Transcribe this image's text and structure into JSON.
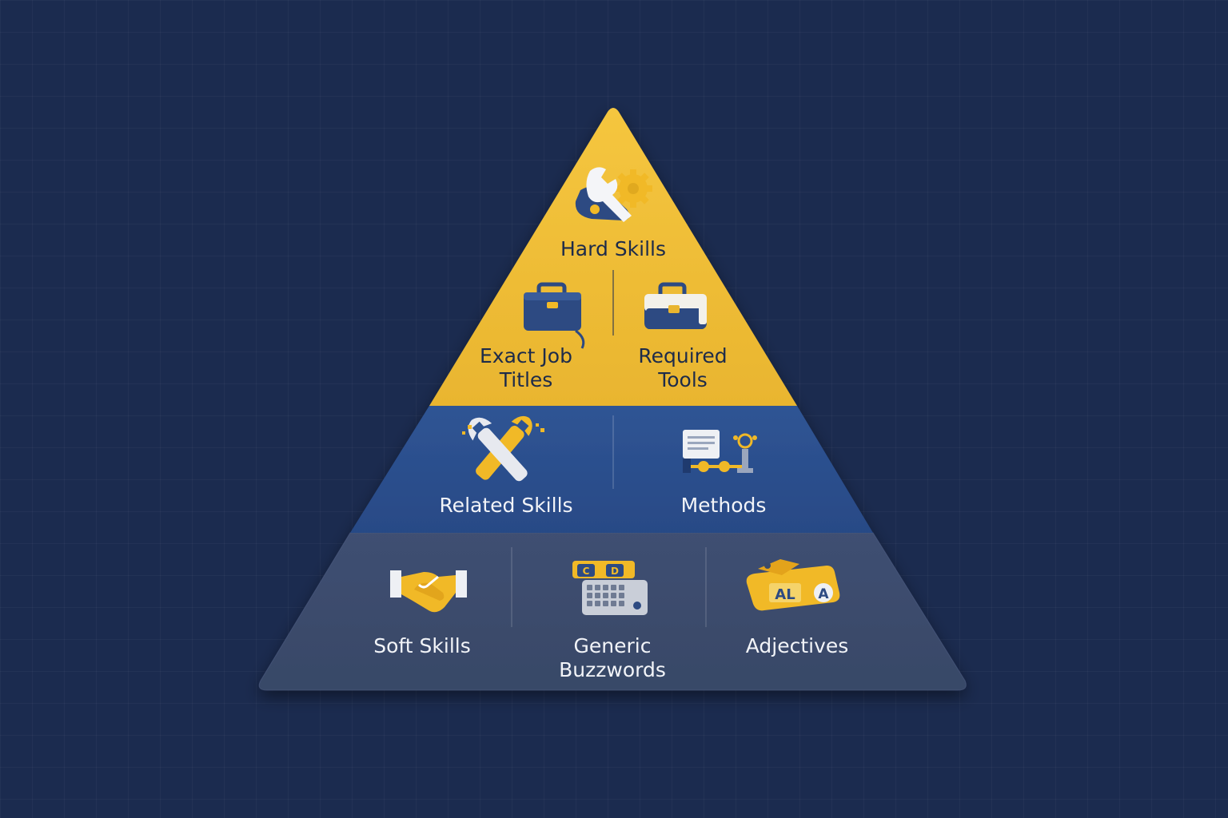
{
  "colors": {
    "background": "#1b2b4f",
    "top_tier": "#f0bd36",
    "middle_tier": "#2c4f8d",
    "bottom_tier": "#3a4a6c",
    "icon_navy": "#2d4a82",
    "icon_gold": "#f1b927",
    "icon_gray": "#c9ced8"
  },
  "pyramid": {
    "top_tier": {
      "title": {
        "label": "Hard Skills",
        "icon": "wrench-gear-icon"
      },
      "items": [
        {
          "label": "Exact Job\nTitles",
          "icon": "briefcase-icon"
        },
        {
          "label": "Required\nTools",
          "icon": "toolbag-icon"
        }
      ]
    },
    "middle_tier": {
      "items": [
        {
          "label": "Related Skills",
          "icon": "crossed-wrenches-icon"
        },
        {
          "label": "Methods",
          "icon": "process-chart-icon"
        }
      ]
    },
    "bottom_tier": {
      "items": [
        {
          "label": "Soft Skills",
          "icon": "handshake-icon"
        },
        {
          "label": "Generic\nBuzzwords",
          "icon": "keyboard-tags-icon"
        },
        {
          "label": "Adjectives",
          "icon": "word-tags-icon"
        }
      ]
    }
  },
  "icon_text": {
    "buzz_tag_1": "C",
    "buzz_tag_2": "D",
    "adj_tag_1": "AL",
    "adj_tag_2": "A"
  }
}
